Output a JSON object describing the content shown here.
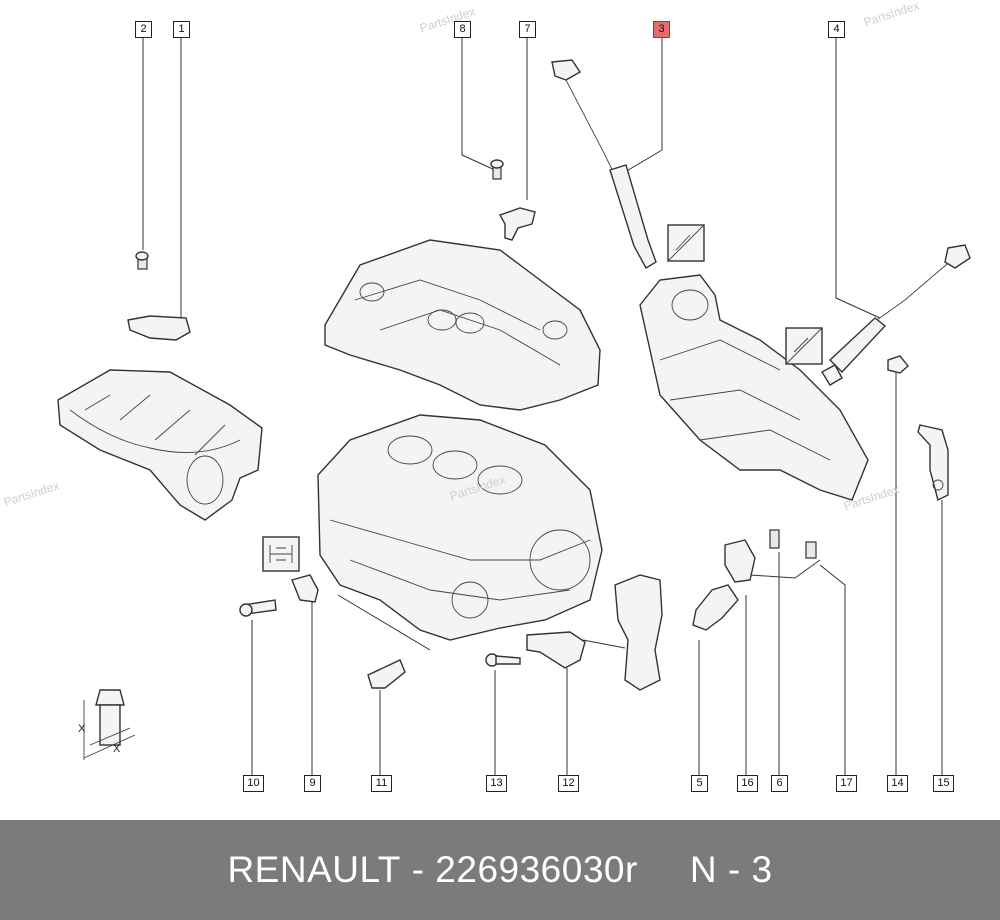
{
  "watermark": "PartsIndex",
  "callouts": [
    {
      "id": "c2",
      "label": "2"
    },
    {
      "id": "c1",
      "label": "1"
    },
    {
      "id": "c8",
      "label": "8"
    },
    {
      "id": "c7",
      "label": "7"
    },
    {
      "id": "c3",
      "label": "3",
      "highlighted": true
    },
    {
      "id": "c4",
      "label": "4"
    },
    {
      "id": "c10",
      "label": "10"
    },
    {
      "id": "c9",
      "label": "9"
    },
    {
      "id": "c11",
      "label": "11"
    },
    {
      "id": "c13",
      "label": "13"
    },
    {
      "id": "c12",
      "label": "12"
    },
    {
      "id": "c5",
      "label": "5"
    },
    {
      "id": "c16",
      "label": "16"
    },
    {
      "id": "c6",
      "label": "6"
    },
    {
      "id": "c17",
      "label": "17"
    },
    {
      "id": "c14",
      "label": "14"
    },
    {
      "id": "c15",
      "label": "15"
    }
  ],
  "torque_symbol": {
    "x_label": "X"
  },
  "colors": {
    "highlight": "#e96a6a",
    "footer_bg": "#7b7b7b",
    "footer_text": "#ffffff"
  },
  "footer": {
    "brand": "RENAULT",
    "separator": "-",
    "part_number": "226936030r",
    "ref_prefix": "N",
    "ref_separator": "-",
    "ref_number": "3"
  }
}
